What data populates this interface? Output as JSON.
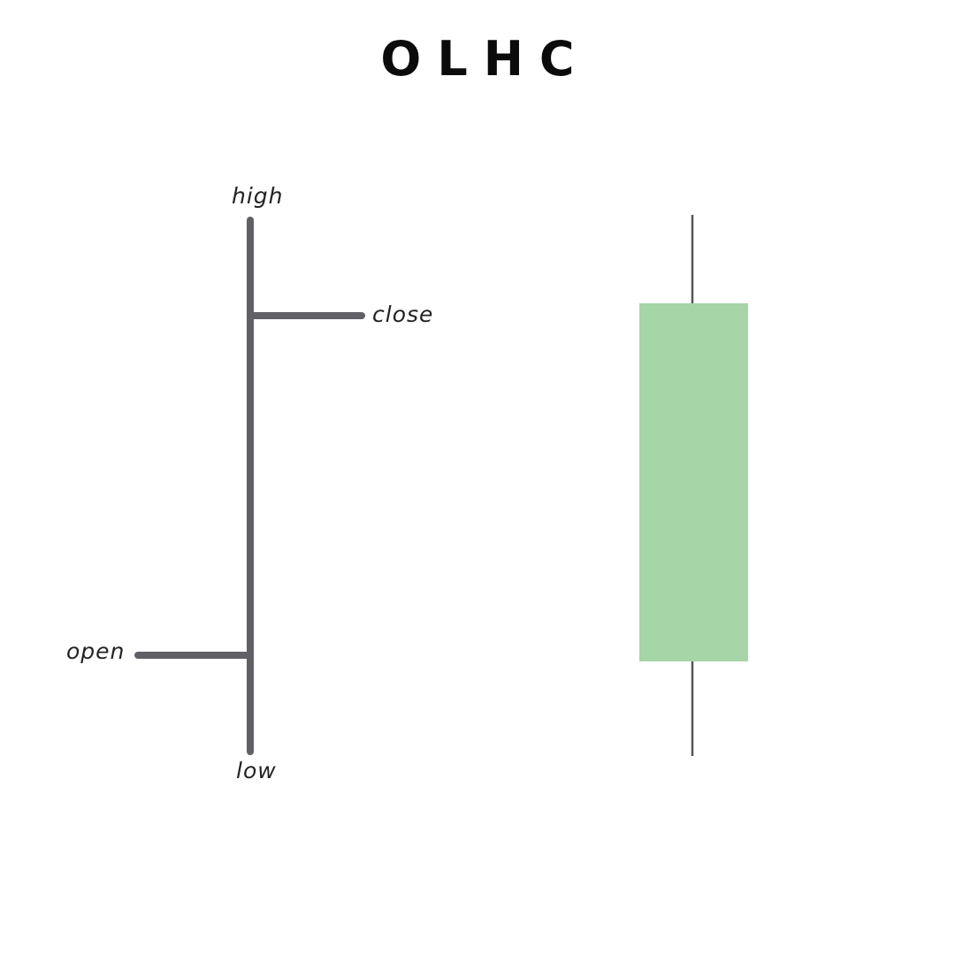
{
  "title": "OLHC",
  "ohlc_bar": {
    "labels": {
      "high": "high",
      "close": "close",
      "open": "open",
      "low": "low"
    },
    "color": "#606066"
  },
  "candlestick": {
    "body_color": "#a6d5a8",
    "wick_color": "#555555"
  }
}
